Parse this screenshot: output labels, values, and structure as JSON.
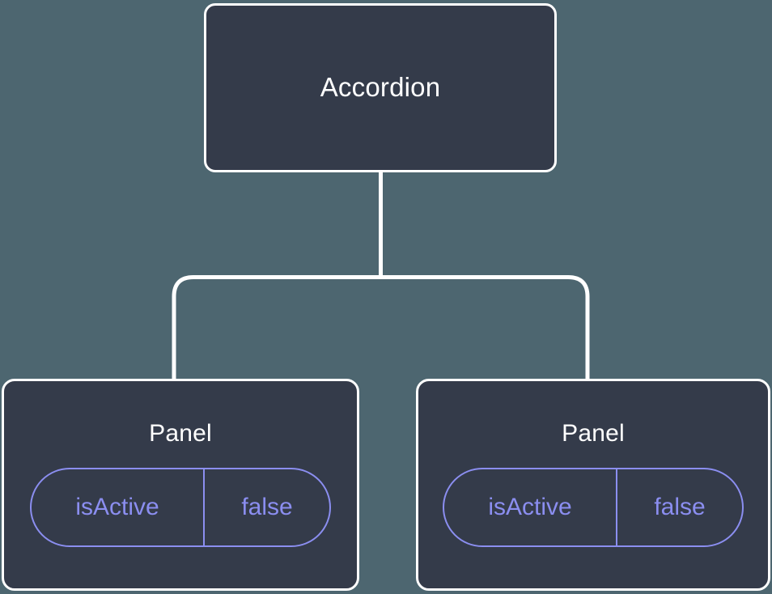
{
  "diagram": {
    "type": "component-tree",
    "background_color": "#4d6670",
    "node_fill_color": "#343b4a",
    "node_border_color": "#ffffff",
    "connector_color": "#ffffff",
    "badge_color": "#8b8ef0",
    "root": {
      "label": "Accordion"
    },
    "children": [
      {
        "label": "Panel",
        "prop": {
          "key": "isActive",
          "value": "false"
        }
      },
      {
        "label": "Panel",
        "prop": {
          "key": "isActive",
          "value": "false"
        }
      }
    ]
  }
}
